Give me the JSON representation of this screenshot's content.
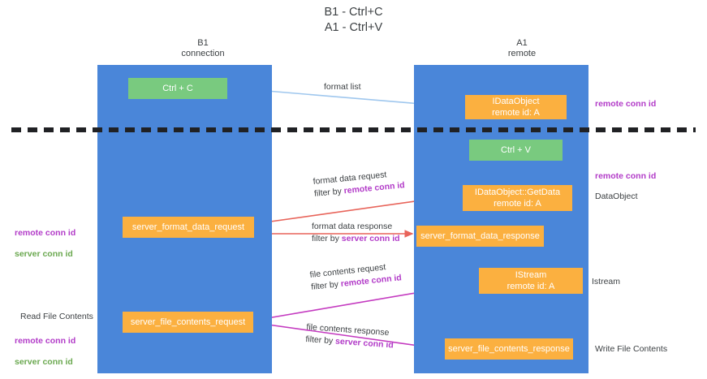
{
  "title": "B1 - Ctrl+C\nA1 - Ctrl+V",
  "columns": {
    "left": "B1\nconnection",
    "right": "A1\nremote"
  },
  "nodes": {
    "ctrl_c": "Ctrl + C",
    "ctrl_v": "Ctrl + V",
    "idataobject": "IDataObject\nremote id: A",
    "getdata": "IDataObject::GetData\nremote id: A",
    "server_format_data_request": "server_format_data_request",
    "server_format_data_response": "server_format_data_response",
    "istream": "IStream\nremote id: A",
    "server_file_contents_request": "server_file_contents_request",
    "server_file_contents_response": "server_file_contents_response"
  },
  "edges": {
    "format_list": "format list",
    "format_data_request": "format data request",
    "format_data_request_filter_prefix": "filter by ",
    "format_data_request_filter_key": "remote conn id",
    "format_data_response": "format data response",
    "format_data_response_filter_prefix": "filter by ",
    "format_data_response_filter_key": "server conn id",
    "file_contents_request": "file contents request",
    "file_contents_request_filter_prefix": "filter by ",
    "file_contents_request_filter_key": "remote conn id",
    "file_contents_response": "file contents response",
    "file_contents_response_filter_prefix": "filter by ",
    "file_contents_response_filter_key": "server conn id"
  },
  "annotations": {
    "right_remote_conn_id_top": "remote conn id",
    "right_remote_conn_id_mid": "remote conn id",
    "right_dataobject": "DataObject",
    "right_istream": "Istream",
    "right_write_file_contents": "Write File Contents",
    "left_remote_conn_id_1": "remote conn id",
    "left_server_conn_id_1": "server conn id",
    "left_read_file_contents": "Read File Contents",
    "left_remote_conn_id_2": "remote conn id",
    "left_server_conn_id_2": "server conn id"
  },
  "colors": {
    "lane": "#4a86d9",
    "green_node": "#79ca7f",
    "orange_node": "#fbb040",
    "purple_text": "#b23bc8",
    "green_text": "#6aa84f",
    "red_arrow": "#e8645a",
    "magenta_arrow": "#c43bc0",
    "blue_arrow": "#9fc7ee",
    "black_arrow": "#202124",
    "background": "#ffffff"
  }
}
